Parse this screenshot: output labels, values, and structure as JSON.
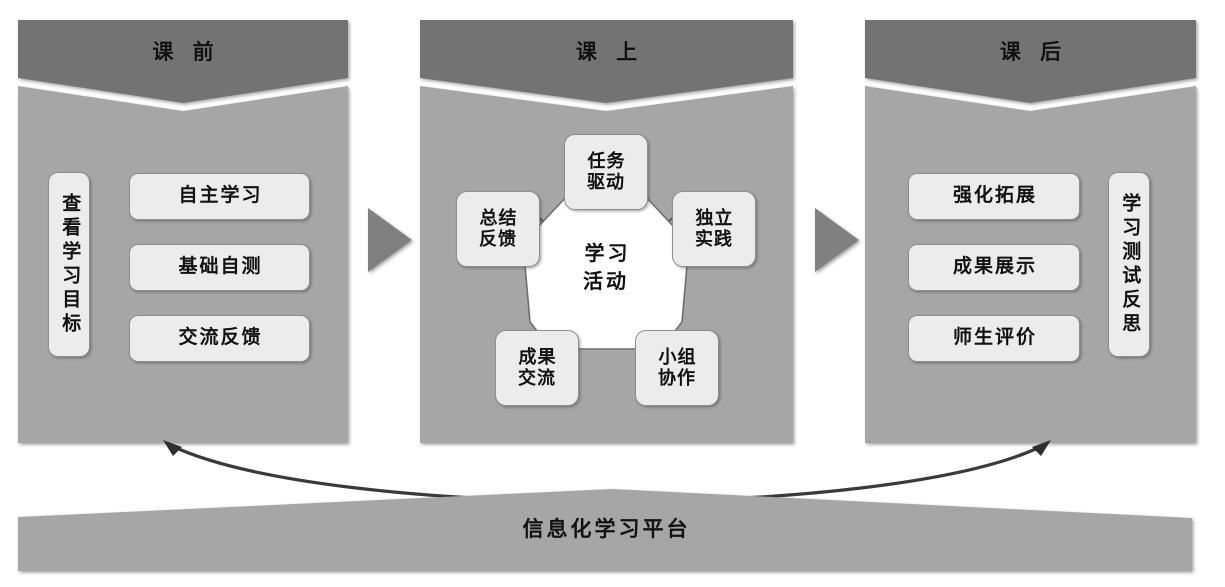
{
  "diagram": {
    "title_text_color": "#111111",
    "colors": {
      "header_band": "#737373",
      "panel_body": "#a6a6a6",
      "pill_fill": "#ececec",
      "pill_border": "#8e8e8e",
      "hub_fill": "#ffffff",
      "connector": "#5a5a5a",
      "arrow_fill": "#808080",
      "banner_fill": "#a6a6a6",
      "curve_arrow": "#3a3a3a",
      "page_background": "#ffffff"
    }
  },
  "phases": [
    {
      "id": "pre-class",
      "title": "课 前",
      "vertical_tag": "查看学习目标",
      "items": [
        "自主学习",
        "基础自测",
        "交流反馈"
      ]
    },
    {
      "id": "in-class",
      "title": "课 上",
      "hub": "学习\n活动",
      "nodes": [
        {
          "id": "task-driven",
          "label": "任务\n驱动",
          "position": "top"
        },
        {
          "id": "independent-practice",
          "label": "独立\n实践",
          "position": "right"
        },
        {
          "id": "group-collaboration",
          "label": "小组\n协作",
          "position": "bottom-right"
        },
        {
          "id": "outcome-exchange",
          "label": "成果\n交流",
          "position": "bottom-left"
        },
        {
          "id": "summary-feedback",
          "label": "总结\n反馈",
          "position": "left"
        }
      ]
    },
    {
      "id": "post-class",
      "title": "课 后",
      "vertical_tag": "学习测试反思",
      "items": [
        "强化拓展",
        "成果展示",
        "师生评价"
      ]
    }
  ],
  "flow_arrows": [
    {
      "id": "arrow-pre-to-in",
      "direction": "right"
    },
    {
      "id": "arrow-in-to-post",
      "direction": "right"
    }
  ],
  "platform": {
    "label": "信息化学习平台"
  }
}
